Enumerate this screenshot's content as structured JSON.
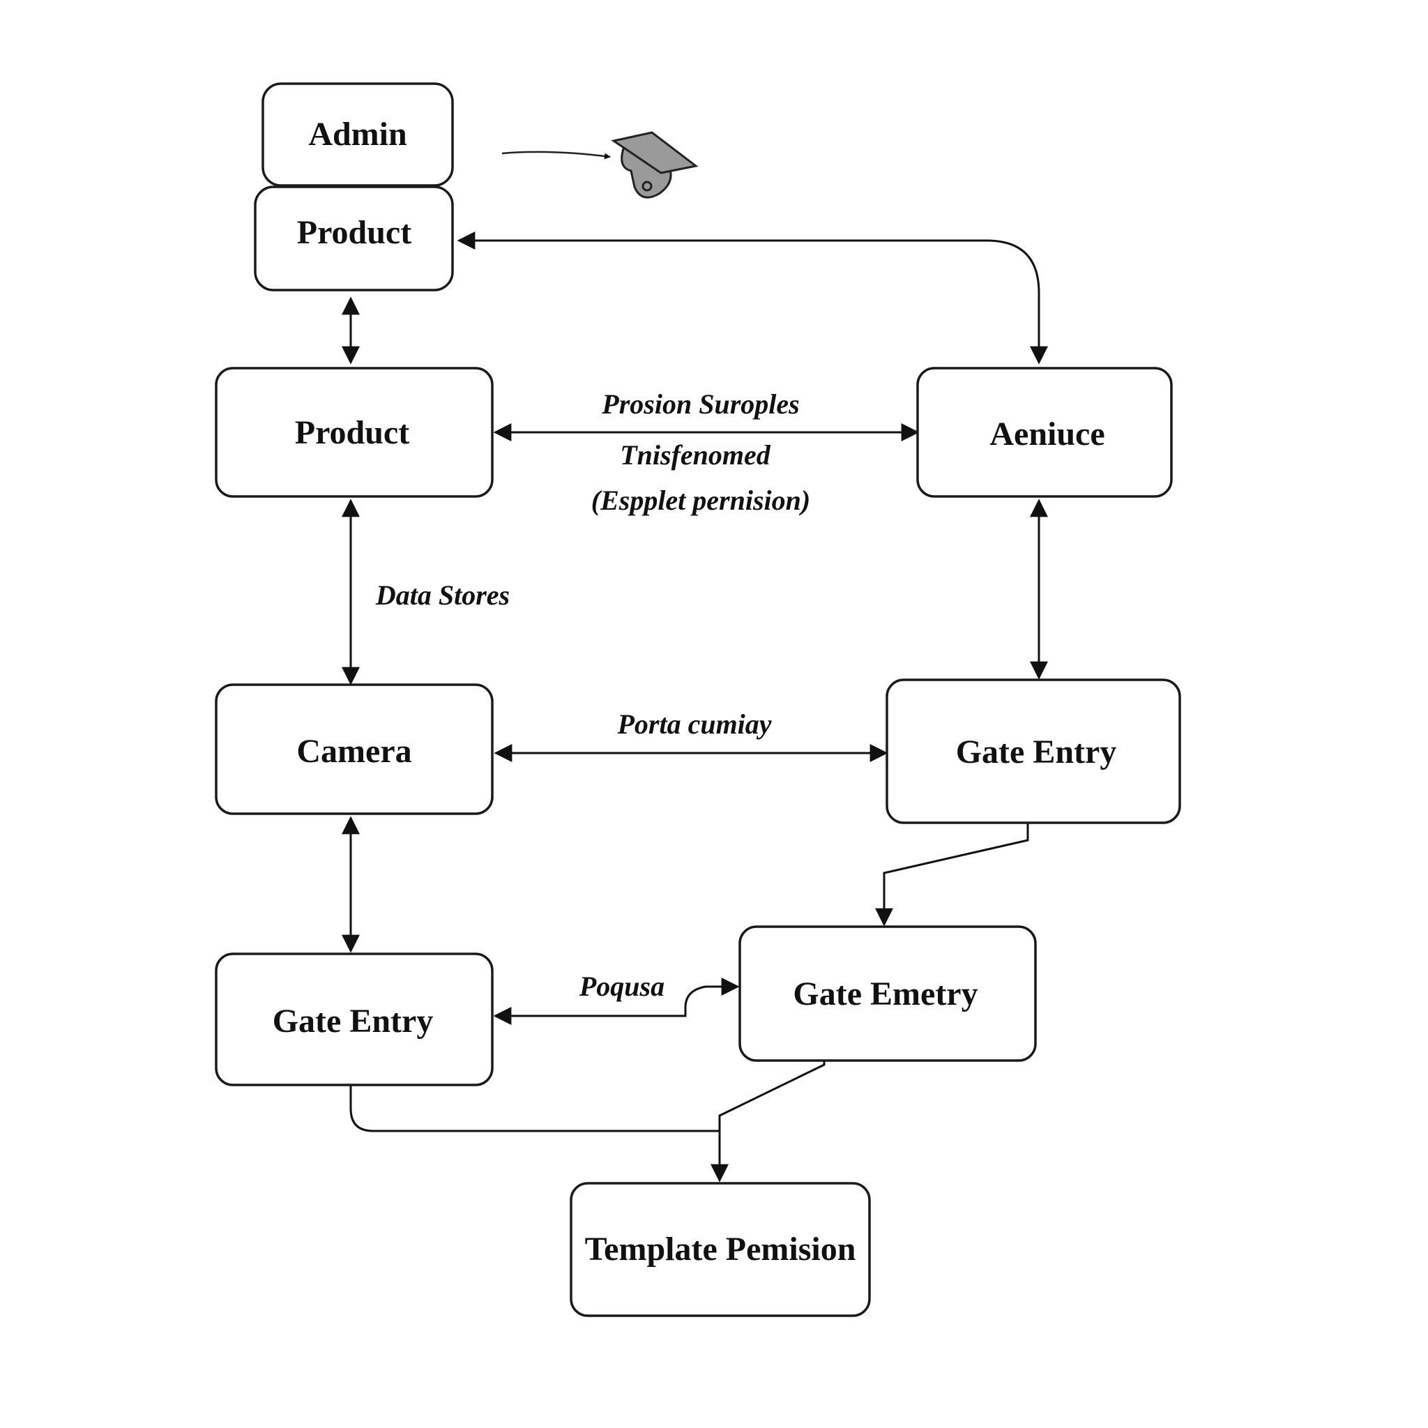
{
  "nodes": {
    "admin": "Admin",
    "product_top": "Product",
    "product_main": "Product",
    "aeniuce": "Aeniuce",
    "camera": "Camera",
    "gate_entry_right": "Gate Entry",
    "gate_entry_left": "Gate Entry",
    "gate_emetry": "Gate Emetry",
    "template_permission": "Template Pemision"
  },
  "edge_labels": {
    "product_aeniuce_line1": "Prosion Suroples",
    "product_aeniuce_line2": "Tnisfenomed",
    "product_aeniuce_line3": "(Espplet pernision)",
    "data_stores": "Data Stores",
    "camera_gate": "Porta cumiay",
    "gate_pair": "Poqusa"
  },
  "icons": {
    "camera": "security-camera-icon"
  },
  "colors": {
    "stroke": "#111111",
    "camera_icon_fill": "#9a9a9a"
  }
}
